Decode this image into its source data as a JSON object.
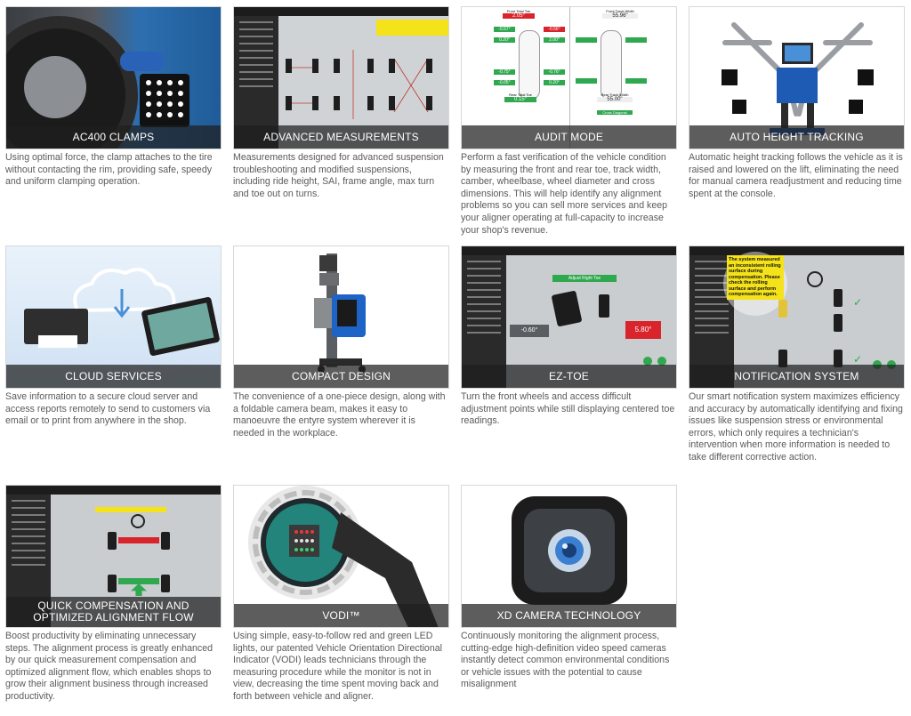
{
  "cards": [
    {
      "title": "AC400 CLAMPS",
      "desc": "Using optimal force, the clamp attaches to the tire without contacting the rim, providing safe, speedy and uniform clamping operation."
    },
    {
      "title": "ADVANCED MEASUREMENTS",
      "desc": "Measurements designed for advanced suspension troubleshooting and modified suspensions, including ride height, SAI, frame angle, max turn and toe out on turns."
    },
    {
      "title": "AUDIT MODE",
      "desc": "Perform a fast verification of the vehicle condition by measuring the front and rear toe, track width, camber, wheelbase, wheel diameter and cross dimensions. This will help identify any alignment problems so you can sell more services and keep your aligner operating at full-capacity to increase your shop's revenue."
    },
    {
      "title": "AUTO HEIGHT TRACKING",
      "desc": "Automatic height tracking follows the vehicle as it is raised and lowered on the lift, eliminating the need for manual camera readjustment and reducing time spent at the console."
    },
    {
      "title": "CLOUD SERVICES",
      "desc": "Save information to a secure cloud server and access reports remotely to send to customers via email or to print from anywhere in the shop."
    },
    {
      "title": "COMPACT DESIGN",
      "desc": "The convenience of a one-piece design, along with a foldable camera beam, makes it easy to manoeuvre the entyre system wherever it is needed in the workplace."
    },
    {
      "title": "EZ-TOE",
      "desc": "Turn the front wheels and access difficult adjustment points while still displaying centered toe readings."
    },
    {
      "title": "NOTIFICATION SYSTEM",
      "desc": "Our smart notification system maximizes efficiency and accuracy by automatically identifying and fixing issues like suspension stress or environmental errors, which only requires a technician's intervention when more information is needed to take different corrective action."
    },
    {
      "title": "QUICK COMPENSATION AND OPTIMIZED ALIGNMENT FLOW",
      "desc": "Boost productivity by eliminating unnecessary steps. The alignment process is greatly enhanced by our quick measurement compensation and optimized alignment flow, which enables shops to grow their alignment business through increased productivity."
    },
    {
      "title": "VODI™",
      "desc": "Using simple, easy-to-follow red and green LED lights, our patented Vehicle Orientation Directional Indicator (VODI) leads technicians through the measuring procedure while the monitor is not in view, decreasing the time spent moving back and forth between vehicle and aligner."
    },
    {
      "title": "XD CAMERA TECHNOLOGY",
      "desc": "Continuously monitoring the alignment process, cutting-edge high-definition video speed cameras instantly detect common environmental conditions or vehicle issues with the potential to cause misalignment"
    }
  ],
  "audit": {
    "front_total_toe_label": "Front Total Toe",
    "front_total_toe": "2.05°",
    "front_track_label": "Front Track Width",
    "front_track": "55.96\"",
    "rear_total_toe_label": "Rear Total Toe",
    "rear_total_toe": "0.15°",
    "rear_track_label": "Rear Track Width",
    "rear_track": "55.00\"",
    "lf_camber": "-0.57°",
    "lf_toe": "0.20°",
    "rf_camber": "-0.56°",
    "rf_toe": "2.00°",
    "lr_camber": "-0.75°",
    "lr_toe": "-0.05°",
    "rr_camber": "-0.76°",
    "rr_toe": "0.20°",
    "cross_label": "Cross Diagonal"
  },
  "ez_toe": {
    "left_value": "-0.60°",
    "right_value": "5.80°",
    "banner": "Adjust Right Toe"
  },
  "notification": {
    "message": "The system measured an inconsistent rolling surface during compensation. Please check the rolling surface and perform compensation again."
  },
  "colors": {
    "caption_bg": "#1e1e1e",
    "desc_text": "#5a5a5a",
    "ok_green": "#2fa84f",
    "bad_red": "#d8242a",
    "brand_blue": "#1a5cb8",
    "warn_yellow": "#f4e21a"
  }
}
